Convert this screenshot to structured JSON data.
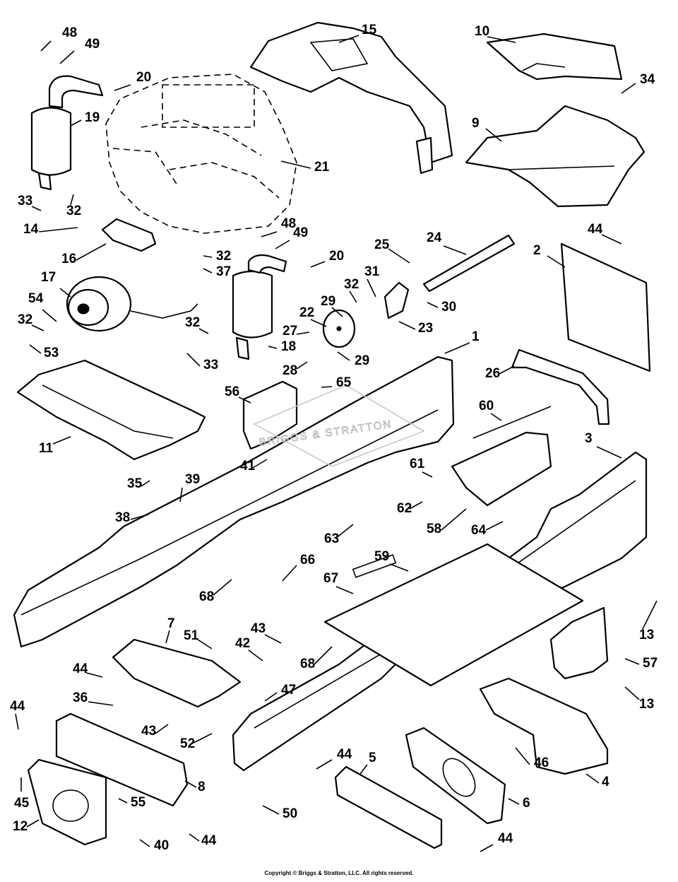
{
  "watermark": "BRIGGS & STRATTON",
  "copyright": "Copyright © Briggs & Stratton, LLC. All rights reserved.",
  "callouts": [
    {
      "id": "c48a",
      "text": "48"
    },
    {
      "id": "c49a",
      "text": "49"
    },
    {
      "id": "c20a",
      "text": "20"
    },
    {
      "id": "c19",
      "text": "19"
    },
    {
      "id": "c33a",
      "text": "33"
    },
    {
      "id": "c32a",
      "text": "32"
    },
    {
      "id": "c14",
      "text": "14"
    },
    {
      "id": "c16",
      "text": "16"
    },
    {
      "id": "c21",
      "text": "21"
    },
    {
      "id": "c15",
      "text": "15"
    },
    {
      "id": "c10",
      "text": "10"
    },
    {
      "id": "c34",
      "text": "34"
    },
    {
      "id": "c9",
      "text": "9"
    },
    {
      "id": "c48b",
      "text": "48"
    },
    {
      "id": "c49b",
      "text": "49"
    },
    {
      "id": "c32b",
      "text": "32"
    },
    {
      "id": "c37",
      "text": "37"
    },
    {
      "id": "c20b",
      "text": "20"
    },
    {
      "id": "c25",
      "text": "25"
    },
    {
      "id": "c24",
      "text": "24"
    },
    {
      "id": "c44a",
      "text": "44"
    },
    {
      "id": "c2",
      "text": "2"
    },
    {
      "id": "c17",
      "text": "17"
    },
    {
      "id": "c54",
      "text": "54"
    },
    {
      "id": "c32c",
      "text": "32"
    },
    {
      "id": "c53",
      "text": "53"
    },
    {
      "id": "c32d",
      "text": "32"
    },
    {
      "id": "c33b",
      "text": "33"
    },
    {
      "id": "c18",
      "text": "18"
    },
    {
      "id": "c31",
      "text": "31"
    },
    {
      "id": "c32e",
      "text": "32"
    },
    {
      "id": "c29a",
      "text": "29"
    },
    {
      "id": "c22",
      "text": "22"
    },
    {
      "id": "c30",
      "text": "30"
    },
    {
      "id": "c27",
      "text": "27"
    },
    {
      "id": "c23",
      "text": "23"
    },
    {
      "id": "c28",
      "text": "28"
    },
    {
      "id": "c29b",
      "text": "29"
    },
    {
      "id": "c1",
      "text": "1"
    },
    {
      "id": "c26",
      "text": "26"
    },
    {
      "id": "c56",
      "text": "56"
    },
    {
      "id": "c65",
      "text": "65"
    },
    {
      "id": "c11",
      "text": "11"
    },
    {
      "id": "c41",
      "text": "41"
    },
    {
      "id": "c60",
      "text": "60"
    },
    {
      "id": "c3",
      "text": "3"
    },
    {
      "id": "c35",
      "text": "35"
    },
    {
      "id": "c39",
      "text": "39"
    },
    {
      "id": "c38",
      "text": "38"
    },
    {
      "id": "c61",
      "text": "61"
    },
    {
      "id": "c62",
      "text": "62"
    },
    {
      "id": "c63",
      "text": "63"
    },
    {
      "id": "c58",
      "text": "58"
    },
    {
      "id": "c64",
      "text": "64"
    },
    {
      "id": "c59",
      "text": "59"
    },
    {
      "id": "c66",
      "text": "66"
    },
    {
      "id": "c68a",
      "text": "68"
    },
    {
      "id": "c67",
      "text": "67"
    },
    {
      "id": "c13a",
      "text": "13"
    },
    {
      "id": "c7",
      "text": "7"
    },
    {
      "id": "c43a",
      "text": "43"
    },
    {
      "id": "c51",
      "text": "51"
    },
    {
      "id": "c42",
      "text": "42"
    },
    {
      "id": "c68b",
      "text": "68"
    },
    {
      "id": "c57",
      "text": "57"
    },
    {
      "id": "c44b",
      "text": "44"
    },
    {
      "id": "c13b",
      "text": "13"
    },
    {
      "id": "c36",
      "text": "36"
    },
    {
      "id": "c47",
      "text": "47"
    },
    {
      "id": "c43b",
      "text": "43"
    },
    {
      "id": "c44c",
      "text": "44"
    },
    {
      "id": "c52",
      "text": "52"
    },
    {
      "id": "c8",
      "text": "8"
    },
    {
      "id": "c44d",
      "text": "44"
    },
    {
      "id": "c5",
      "text": "5"
    },
    {
      "id": "c46",
      "text": "46"
    },
    {
      "id": "c4",
      "text": "4"
    },
    {
      "id": "c45",
      "text": "45"
    },
    {
      "id": "c55",
      "text": "55"
    },
    {
      "id": "c6",
      "text": "6"
    },
    {
      "id": "c12",
      "text": "12"
    },
    {
      "id": "c50",
      "text": "50"
    },
    {
      "id": "c40",
      "text": "40"
    },
    {
      "id": "c44e",
      "text": "44"
    },
    {
      "id": "c44f",
      "text": "44"
    }
  ]
}
